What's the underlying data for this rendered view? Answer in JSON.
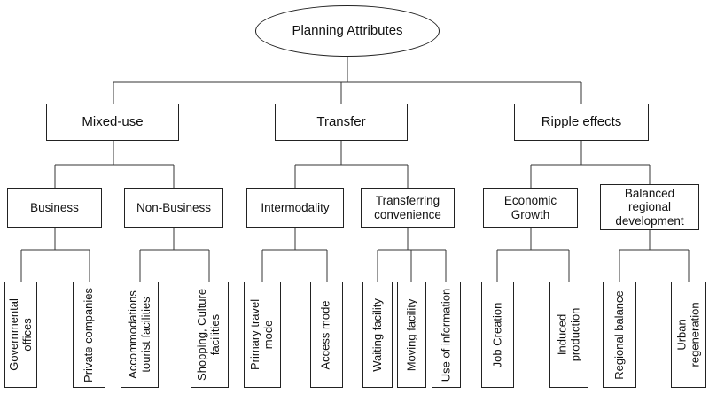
{
  "root": {
    "label": "Planning Attributes"
  },
  "categories": [
    {
      "label": "Mixed-use",
      "groups": [
        {
          "label": "Business",
          "items": [
            "Governmental\noffices",
            "Private companies"
          ]
        },
        {
          "label": "Non-Business",
          "items": [
            "Accommodations\ntourist facilities",
            "Shopping, Culture\nfacilities"
          ]
        }
      ]
    },
    {
      "label": "Transfer",
      "groups": [
        {
          "label": "Intermodality",
          "items": [
            "Primary travel\nmode",
            "Access mode"
          ]
        },
        {
          "label": "Transferring\nconvenience",
          "items": [
            "Waiting facility",
            "Moving facility",
            "Use of information"
          ]
        }
      ]
    },
    {
      "label": "Ripple effects",
      "groups": [
        {
          "label": "Economic\nGrowth",
          "items": [
            "Job Creation",
            "Induced\nproduction"
          ]
        },
        {
          "label": "Balanced\nregional\ndevelopment",
          "items": [
            "Regional balance",
            "Urban\nregeneration"
          ]
        }
      ]
    }
  ]
}
